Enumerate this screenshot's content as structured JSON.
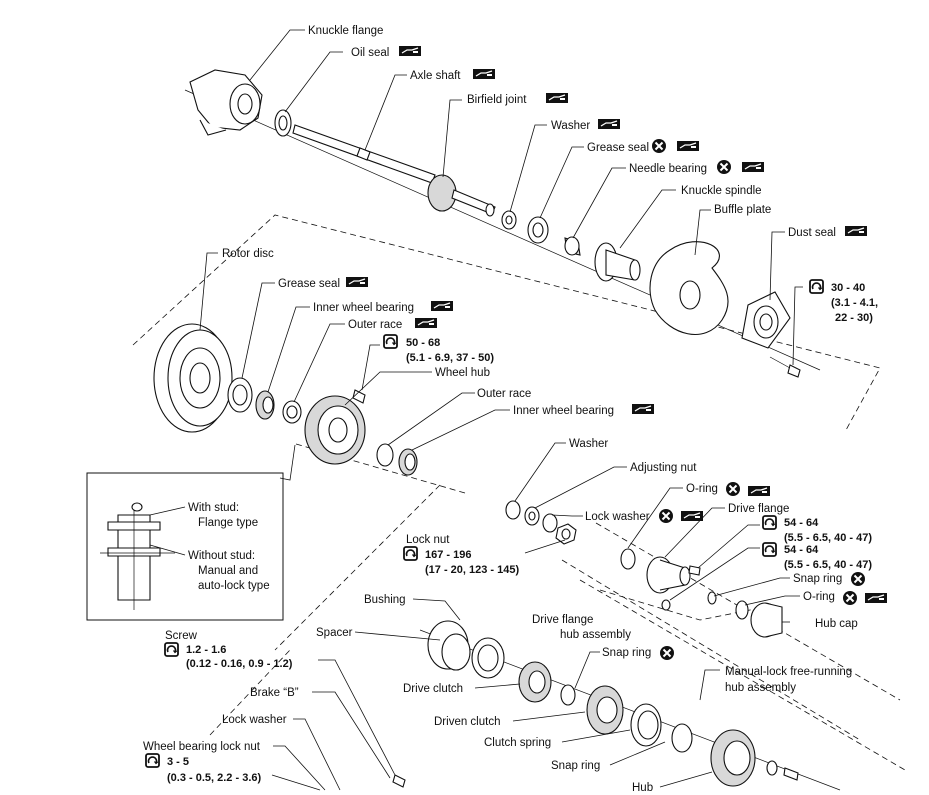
{
  "labels": {
    "knuckle_flange": "Knuckle flange",
    "oil_seal": "Oil seal",
    "axle_shaft": "Axle shaft",
    "birfield_joint": "Birfield joint",
    "washer_top": "Washer",
    "grease_seal_top": "Grease seal",
    "needle_bearing": "Needle bearing",
    "knuckle_spindle": "Knuckle spindle",
    "buffle_plate": "Buffle plate",
    "dust_seal": "Dust seal",
    "rotor_disc": "Rotor disc",
    "grease_seal_mid": "Grease seal",
    "inner_wheel_bearing_1": "Inner wheel bearing",
    "outer_race_1": "Outer race",
    "wheel_hub": "Wheel hub",
    "outer_race_2": "Outer race",
    "inner_wheel_bearing_2": "Inner wheel bearing",
    "washer_mid": "Washer",
    "adjusting_nut": "Adjusting nut",
    "o_ring_1": "O-ring",
    "lock_washer_mid": "Lock washer",
    "drive_flange": "Drive flange",
    "lock_nut": "Lock nut",
    "snap_ring_1": "Snap ring",
    "o_ring_2": "O-ring",
    "hub_cap": "Hub cap",
    "bushing": "Bushing",
    "spacer": "Spacer",
    "drive_flange_hub_assembly_1": "Drive flange",
    "drive_flange_hub_assembly_2": "hub assembly",
    "snap_ring_2": "Snap ring",
    "manual_lock_1": "Manual-lock free-running",
    "manual_lock_2": "hub assembly",
    "screw": "Screw",
    "brake_b": "Brake “B”",
    "drive_clutch": "Drive clutch",
    "lock_washer_low": "Lock washer",
    "driven_clutch": "Driven clutch",
    "wheel_bearing_lock_nut": "Wheel bearing lock nut",
    "clutch_spring": "Clutch spring",
    "snap_ring_3": "Snap ring",
    "hub": "Hub"
  },
  "torques": {
    "dust_seal_bolt": {
      "l1": "30 - 40",
      "l2": "(3.1 - 4.1,",
      "l3": "22 - 30)"
    },
    "wheel_hub_bolt": {
      "l1": "50 - 68",
      "l2": "(5.1 - 6.9, 37 - 50)"
    },
    "drive_flange_1": {
      "l1": "54 - 64",
      "l2": "(5.5 - 6.5, 40 - 47)"
    },
    "drive_flange_2": {
      "l1": "54 - 64",
      "l2": "(5.5 - 6.5, 40 - 47)"
    },
    "lock_nut": {
      "l1": "167 - 196",
      "l2": "(17 - 20, 123 - 145)"
    },
    "screw": {
      "l1": "1.2 - 1.6",
      "l2": "(0.12 - 0.16, 0.9 - 1.2)"
    },
    "wheel_bearing_lock_nut": {
      "l1": "3 - 5",
      "l2": "(0.3 - 0.5, 2.2 - 3.6)"
    }
  },
  "inset": {
    "with_stud": "With stud:",
    "flange_type": "Flange type",
    "without_stud": "Without stud:",
    "manual_and": "Manual and",
    "auto_lock_type": "auto-lock type"
  },
  "icons": {
    "grease": "grease-apply-icon",
    "replace": "do-not-reuse-icon",
    "torque": "torque-wrench-icon"
  }
}
